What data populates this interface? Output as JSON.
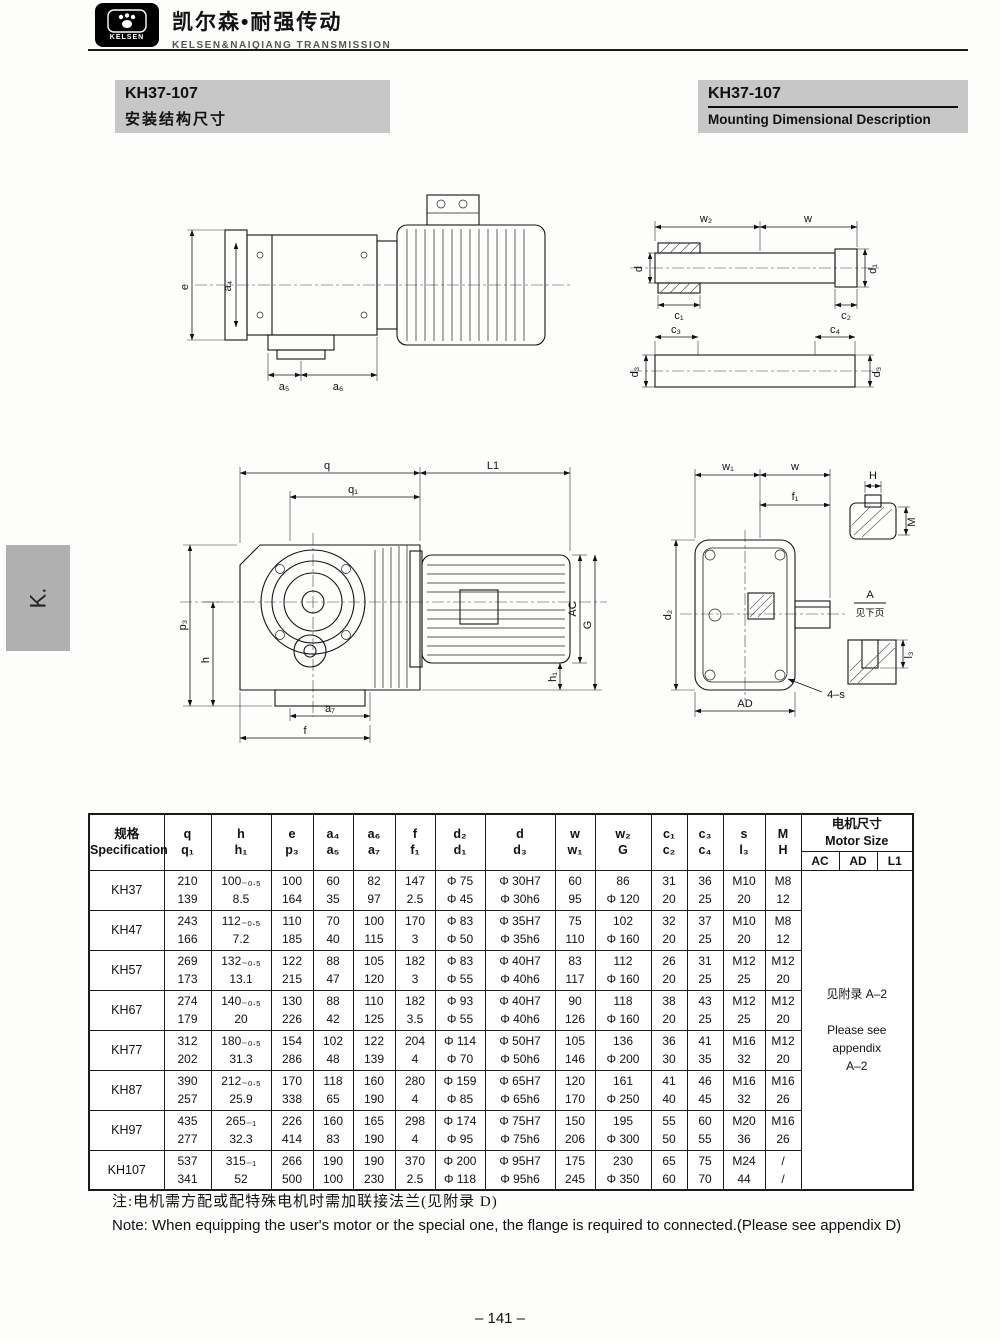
{
  "header": {
    "logo_text": "KELSEN",
    "brand_cn": "凯尔森•耐强传动",
    "brand_en": "KELSEN&NAIQIANG TRANSMISSION"
  },
  "title_left": {
    "model": "KH37-107",
    "subtitle": "安装结构尺寸"
  },
  "title_right": {
    "model": "KH37-107",
    "subtitle": "Mounting Dimensional Description"
  },
  "side_tab": "K.",
  "drawings": {
    "side": {
      "e": "e",
      "a4": "a₄",
      "a5": "a₅",
      "a6": "a₆"
    },
    "shaft": {
      "w2": "w₂",
      "w": "w",
      "d": "d",
      "d1": "d₁",
      "c1": "c₁",
      "c2": "c₂",
      "c3": "c₃",
      "c4": "c₄",
      "d3a": "d₃",
      "d3b": "d₃"
    },
    "front": {
      "q": "q",
      "q1": "q₁",
      "L1": "L1",
      "p3": "p₃",
      "h": "h",
      "h1": "h₁",
      "AC": "AC",
      "G": "G",
      "a7": "a₇",
      "f": "f"
    },
    "end": {
      "w1": "w₁",
      "w": "w",
      "f1": "f₁",
      "d2": "d₂",
      "AD": "AD",
      "s4": "4–s",
      "H": "H",
      "M": "M",
      "A": "A",
      "see": "见下页",
      "l3": "l₃"
    }
  },
  "table": {
    "spec_top": "规格",
    "spec_bottom": "Specification",
    "columns": [
      {
        "top": "q",
        "bottom": "q₁"
      },
      {
        "top": "h",
        "bottom": "h₁"
      },
      {
        "top": "e",
        "bottom": "p₃"
      },
      {
        "top": "a₄",
        "bottom": "a₅"
      },
      {
        "top": "a₆",
        "bottom": "a₇"
      },
      {
        "top": "f",
        "bottom": "f₁"
      },
      {
        "top": "d₂",
        "bottom": "d₁"
      },
      {
        "top": "d",
        "bottom": "d₃"
      },
      {
        "top": "w",
        "bottom": "w₁"
      },
      {
        "top": "w₂",
        "bottom": "G"
      },
      {
        "top": "c₁",
        "bottom": "c₂"
      },
      {
        "top": "c₃",
        "bottom": "c₄"
      },
      {
        "top": "s",
        "bottom": "l₃"
      },
      {
        "top": "M",
        "bottom": "H"
      }
    ],
    "motor": {
      "cn": "电机尺寸",
      "en": "Motor Size",
      "subs": [
        "AC",
        "AD",
        "L1"
      ],
      "note": "见附录 A–2\n\nPlease see\nappendix\nA–2"
    },
    "rows": [
      {
        "spec": "KH37",
        "cells": [
          [
            "210",
            "139"
          ],
          [
            "100₋₀.₅",
            "8.5"
          ],
          [
            "100",
            "164"
          ],
          [
            "60",
            "35"
          ],
          [
            "82",
            "97"
          ],
          [
            "147",
            "2.5"
          ],
          [
            "Φ 75",
            "Φ 45"
          ],
          [
            "Φ 30H7",
            "Φ 30h6"
          ],
          [
            "60",
            "95"
          ],
          [
            "86",
            "Φ 120"
          ],
          [
            "31",
            "20"
          ],
          [
            "36",
            "25"
          ],
          [
            "M10",
            "20"
          ],
          [
            "M8",
            "12"
          ]
        ]
      },
      {
        "spec": "KH47",
        "cells": [
          [
            "243",
            "166"
          ],
          [
            "112₋₀.₅",
            "7.2"
          ],
          [
            "110",
            "185"
          ],
          [
            "70",
            "40"
          ],
          [
            "100",
            "115"
          ],
          [
            "170",
            "3"
          ],
          [
            "Φ 83",
            "Φ 50"
          ],
          [
            "Φ 35H7",
            "Φ 35h6"
          ],
          [
            "75",
            "110"
          ],
          [
            "102",
            "Φ 160"
          ],
          [
            "32",
            "20"
          ],
          [
            "37",
            "25"
          ],
          [
            "M10",
            "20"
          ],
          [
            "M8",
            "12"
          ]
        ]
      },
      {
        "spec": "KH57",
        "cells": [
          [
            "269",
            "173"
          ],
          [
            "132₋₀.₅",
            "13.1"
          ],
          [
            "122",
            "215"
          ],
          [
            "88",
            "47"
          ],
          [
            "105",
            "120"
          ],
          [
            "182",
            "3"
          ],
          [
            "Φ 83",
            "Φ 55"
          ],
          [
            "Φ 40H7",
            "Φ 40h6"
          ],
          [
            "83",
            "117"
          ],
          [
            "112",
            "Φ 160"
          ],
          [
            "26",
            "20"
          ],
          [
            "31",
            "25"
          ],
          [
            "M12",
            "25"
          ],
          [
            "M12",
            "20"
          ]
        ]
      },
      {
        "spec": "KH67",
        "cells": [
          [
            "274",
            "179"
          ],
          [
            "140₋₀.₅",
            "20"
          ],
          [
            "130",
            "226"
          ],
          [
            "88",
            "42"
          ],
          [
            "110",
            "125"
          ],
          [
            "182",
            "3.5"
          ],
          [
            "Φ 93",
            "Φ 55"
          ],
          [
            "Φ 40H7",
            "Φ 40h6"
          ],
          [
            "90",
            "126"
          ],
          [
            "118",
            "Φ 160"
          ],
          [
            "38",
            "20"
          ],
          [
            "43",
            "25"
          ],
          [
            "M12",
            "25"
          ],
          [
            "M12",
            "20"
          ]
        ]
      },
      {
        "spec": "KH77",
        "cells": [
          [
            "312",
            "202"
          ],
          [
            "180₋₀.₅",
            "31.3"
          ],
          [
            "154",
            "286"
          ],
          [
            "102",
            "48"
          ],
          [
            "122",
            "139"
          ],
          [
            "204",
            "4"
          ],
          [
            "Φ 114",
            "Φ 70"
          ],
          [
            "Φ 50H7",
            "Φ 50h6"
          ],
          [
            "105",
            "146"
          ],
          [
            "136",
            "Φ 200"
          ],
          [
            "36",
            "30"
          ],
          [
            "41",
            "35"
          ],
          [
            "M16",
            "32"
          ],
          [
            "M12",
            "20"
          ]
        ]
      },
      {
        "spec": "KH87",
        "cells": [
          [
            "390",
            "257"
          ],
          [
            "212₋₀.₅",
            "25.9"
          ],
          [
            "170",
            "338"
          ],
          [
            "118",
            "65"
          ],
          [
            "160",
            "190"
          ],
          [
            "280",
            "4"
          ],
          [
            "Φ 159",
            "Φ 85"
          ],
          [
            "Φ 65H7",
            "Φ 65h6"
          ],
          [
            "120",
            "170"
          ],
          [
            "161",
            "Φ 250"
          ],
          [
            "41",
            "40"
          ],
          [
            "46",
            "45"
          ],
          [
            "M16",
            "32"
          ],
          [
            "M16",
            "26"
          ]
        ]
      },
      {
        "spec": "KH97",
        "cells": [
          [
            "435",
            "277"
          ],
          [
            "265₋₁",
            "32.3"
          ],
          [
            "226",
            "414"
          ],
          [
            "160",
            "83"
          ],
          [
            "165",
            "190"
          ],
          [
            "298",
            "4"
          ],
          [
            "Φ 174",
            "Φ 95"
          ],
          [
            "Φ 75H7",
            "Φ 75h6"
          ],
          [
            "150",
            "206"
          ],
          [
            "195",
            "Φ 300"
          ],
          [
            "55",
            "50"
          ],
          [
            "60",
            "55"
          ],
          [
            "M20",
            "36"
          ],
          [
            "M16",
            "26"
          ]
        ]
      },
      {
        "spec": "KH107",
        "cells": [
          [
            "537",
            "341"
          ],
          [
            "315₋₁",
            "52"
          ],
          [
            "266",
            "500"
          ],
          [
            "190",
            "100"
          ],
          [
            "190",
            "230"
          ],
          [
            "370",
            "2.5"
          ],
          [
            "Φ 200",
            "Φ 118"
          ],
          [
            "Φ 95H7",
            "Φ 95h6"
          ],
          [
            "175",
            "245"
          ],
          [
            "230",
            "Φ 350"
          ],
          [
            "65",
            "60"
          ],
          [
            "75",
            "70"
          ],
          [
            "M24",
            "44"
          ],
          [
            "/",
            "/"
          ]
        ]
      }
    ]
  },
  "notes": {
    "cn": "注:电机需方配或配特殊电机时需加联接法兰(见附录 D)",
    "en": "Note: When equipping the user's motor or the special one, the flange is required to connected.(Please see appendix D)"
  },
  "page_number": "– 141 –"
}
